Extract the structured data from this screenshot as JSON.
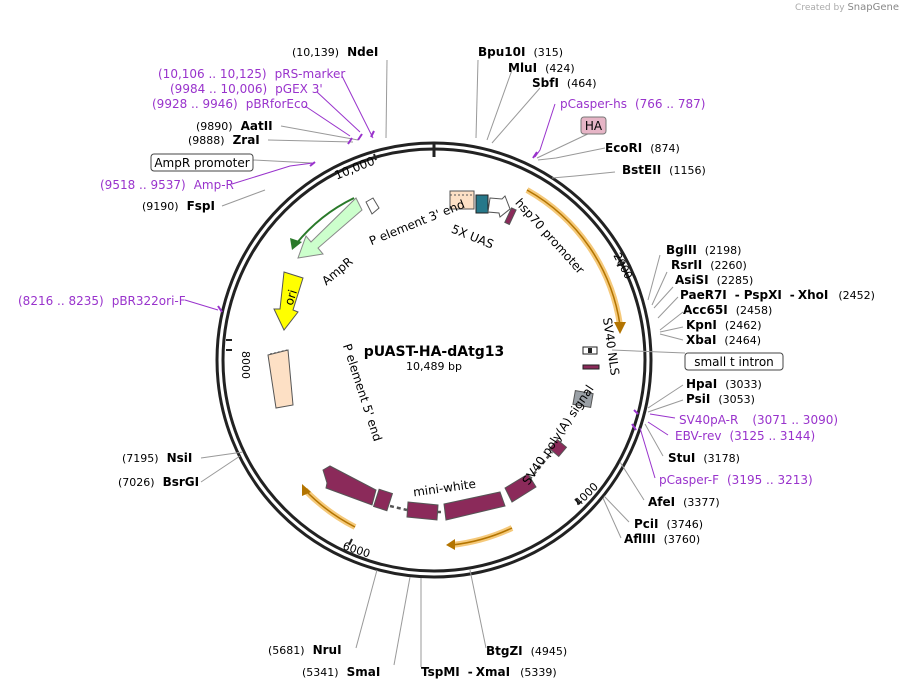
{
  "brand": {
    "created_by": "Created by",
    "name": "SnapGene"
  },
  "plasmid": {
    "name": "pUAST-HA-dAtg13",
    "size": "10,489 bp"
  },
  "ticks": [
    "10,000",
    "2000",
    "4000",
    "6000",
    "8000"
  ],
  "enzymes": [
    {
      "name": "NdeI",
      "pos": "(10,139)"
    },
    {
      "name": "Bpu10I",
      "pos": "(315)"
    },
    {
      "name": "MluI",
      "pos": "(424)"
    },
    {
      "name": "SbfI",
      "pos": "(464)"
    },
    {
      "name": "EcoRI",
      "pos": "(874)"
    },
    {
      "name": "BstEII",
      "pos": "(1156)"
    },
    {
      "name": "BglII",
      "pos": "(2198)"
    },
    {
      "name": "RsrII",
      "pos": "(2260)"
    },
    {
      "name": "AsiSI",
      "pos": "(2285)"
    },
    {
      "name": "PaeR7I",
      "name2": "PspXI",
      "name3": "XhoI",
      "pos": "(2452)"
    },
    {
      "name": "Acc65I",
      "pos": "(2458)"
    },
    {
      "name": "KpnI",
      "pos": "(2462)"
    },
    {
      "name": "XbaI",
      "pos": "(2464)"
    },
    {
      "name": "HpaI",
      "pos": "(3033)"
    },
    {
      "name": "PsiI",
      "pos": "(3053)"
    },
    {
      "name": "StuI",
      "pos": "(3178)"
    },
    {
      "name": "AfeI",
      "pos": "(3377)"
    },
    {
      "name": "PciI",
      "pos": "(3746)"
    },
    {
      "name": "AflIII",
      "pos": "(3760)"
    },
    {
      "name": "BtgZI",
      "pos": "(4945)"
    },
    {
      "name": "TspMI",
      "name2": "XmaI",
      "pos": "(5339)"
    },
    {
      "name": "SmaI",
      "pos": "(5341)"
    },
    {
      "name": "NruI",
      "pos": "(5681)"
    },
    {
      "name": "BsrGI",
      "pos": "(7026)"
    },
    {
      "name": "NsiI",
      "pos": "(7195)"
    },
    {
      "name": "FspI",
      "pos": "(9190)"
    },
    {
      "name": "ZraI",
      "pos": "(9888)"
    },
    {
      "name": "AatII",
      "pos": "(9890)"
    }
  ],
  "primers": [
    {
      "name": "pRS-marker",
      "range": "(10,106 .. 10,125)"
    },
    {
      "name": "pGEX 3'",
      "range": "(9984 .. 10,006)"
    },
    {
      "name": "pBRforEco",
      "range": "(9928 .. 9946)"
    },
    {
      "name": "pCasper-hs",
      "range": "(766 .. 787)"
    },
    {
      "name": "Amp-R",
      "range": "(9518 .. 9537)"
    },
    {
      "name": "pBR322ori-F",
      "range": "(8216 .. 8235)"
    },
    {
      "name": "SV40pA-R",
      "range": "(3071 .. 3090)"
    },
    {
      "name": "EBV-rev",
      "range": "(3125 .. 3144)"
    },
    {
      "name": "pCasper-F",
      "range": "(3195 .. 3213)"
    }
  ],
  "boxed_labels": {
    "ha": "HA",
    "ampr_promoter": "AmpR promoter",
    "small_t_intron": "small t intron"
  },
  "features": {
    "p3": "P element 3' end",
    "uas": "5X UAS",
    "hsp70": "hsp70 promoter",
    "sv40nls": "SV40 NLS",
    "sv40pa": "SV40 poly(A) signal",
    "miniwhite": "mini-white",
    "p5": "P element 5' end",
    "ori": "ori",
    "ampr": "AmpR"
  },
  "colors": {
    "backbone": "#222222",
    "enzyme_line": "#999999",
    "primer": "#9933cc",
    "orf_orange": "#f5c97a",
    "miniwhite": "#8b2a5a",
    "ampr": "#ccffcc",
    "ori": "#ffff00",
    "pend": "#fde0c5",
    "uas": "#26788a",
    "sv40pa_gray": "#9aa0a6",
    "ha_box": "#e6b5c6"
  }
}
